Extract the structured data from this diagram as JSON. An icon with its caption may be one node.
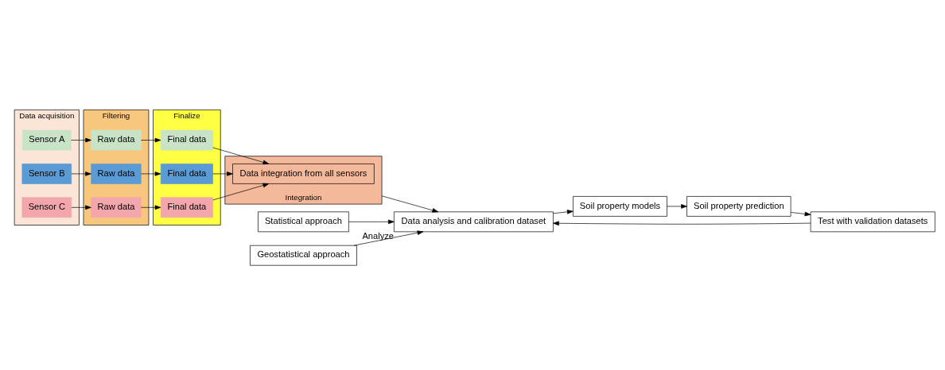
{
  "diagram": {
    "nodes": [
      {
        "text": [
          "Data acquisition"
        ]
      },
      {
        "text": [
          "Sensor A"
        ],
        "in": 0
      },
      {
        "text": [
          "Sensor B"
        ],
        "in": 0
      },
      {
        "text": [
          "Sensor C"
        ],
        "in": 0
      },
      {
        "text": [
          "Filtering"
        ]
      },
      {
        "text": [
          "Raw data"
        ],
        "in": 4
      },
      {
        "text": [
          "Raw data"
        ],
        "in": 4
      },
      {
        "text": [
          "Raw data"
        ],
        "in": 4
      },
      {
        "text": [
          "Finalize"
        ]
      },
      {
        "text": [
          "Final data"
        ],
        "in": 8
      },
      {
        "text": [
          "Final data"
        ],
        "in": 8
      },
      {
        "text": [
          "Final data"
        ],
        "in": 8
      },
      {
        "text": [
          "Integration"
        ]
      },
      {
        "text": [
          "Data integration from all sensors"
        ],
        "in": 12
      },
      {
        "text": [
          "Statistical approach"
        ]
      },
      {
        "text": [
          "Geostatistical approach"
        ]
      },
      {
        "text": [
          "Data analysis and calibration dataset"
        ],
        "beside": [
          "Analyze"
        ]
      },
      {
        "text": [
          "Soil property models"
        ]
      },
      {
        "text": [
          "Soil property prediction"
        ]
      },
      {
        "text": [
          "Test with validation datasets"
        ]
      }
    ],
    "edges": [
      {
        "from": 1,
        "to": 5,
        "arrow": "to"
      },
      {
        "from": 2,
        "to": 6,
        "arrow": "to"
      },
      {
        "from": 3,
        "to": 7,
        "arrow": "to"
      },
      {
        "from": 5,
        "to": 9,
        "arrow": "to"
      },
      {
        "from": 6,
        "to": 10,
        "arrow": "to"
      },
      {
        "from": 7,
        "to": 11,
        "arrow": "to"
      },
      {
        "from": 9,
        "to": 13,
        "arrow": "to"
      },
      {
        "from": 10,
        "to": 13,
        "arrow": "to"
      },
      {
        "from": 11,
        "to": 13,
        "arrow": "to"
      },
      {
        "from": 12,
        "to": 16,
        "arrow": "to"
      },
      {
        "from": 14,
        "to": 16,
        "arrow": "to"
      },
      {
        "from": 15,
        "to": 16,
        "arrow": "to"
      },
      {
        "from": 16,
        "to": 17,
        "arrow": "to"
      },
      {
        "from": 17,
        "to": 18,
        "arrow": "to"
      },
      {
        "from": 18,
        "to": 19,
        "arrow": "to"
      },
      {
        "from": 19,
        "to": 16,
        "arrow": "to"
      }
    ]
  }
}
